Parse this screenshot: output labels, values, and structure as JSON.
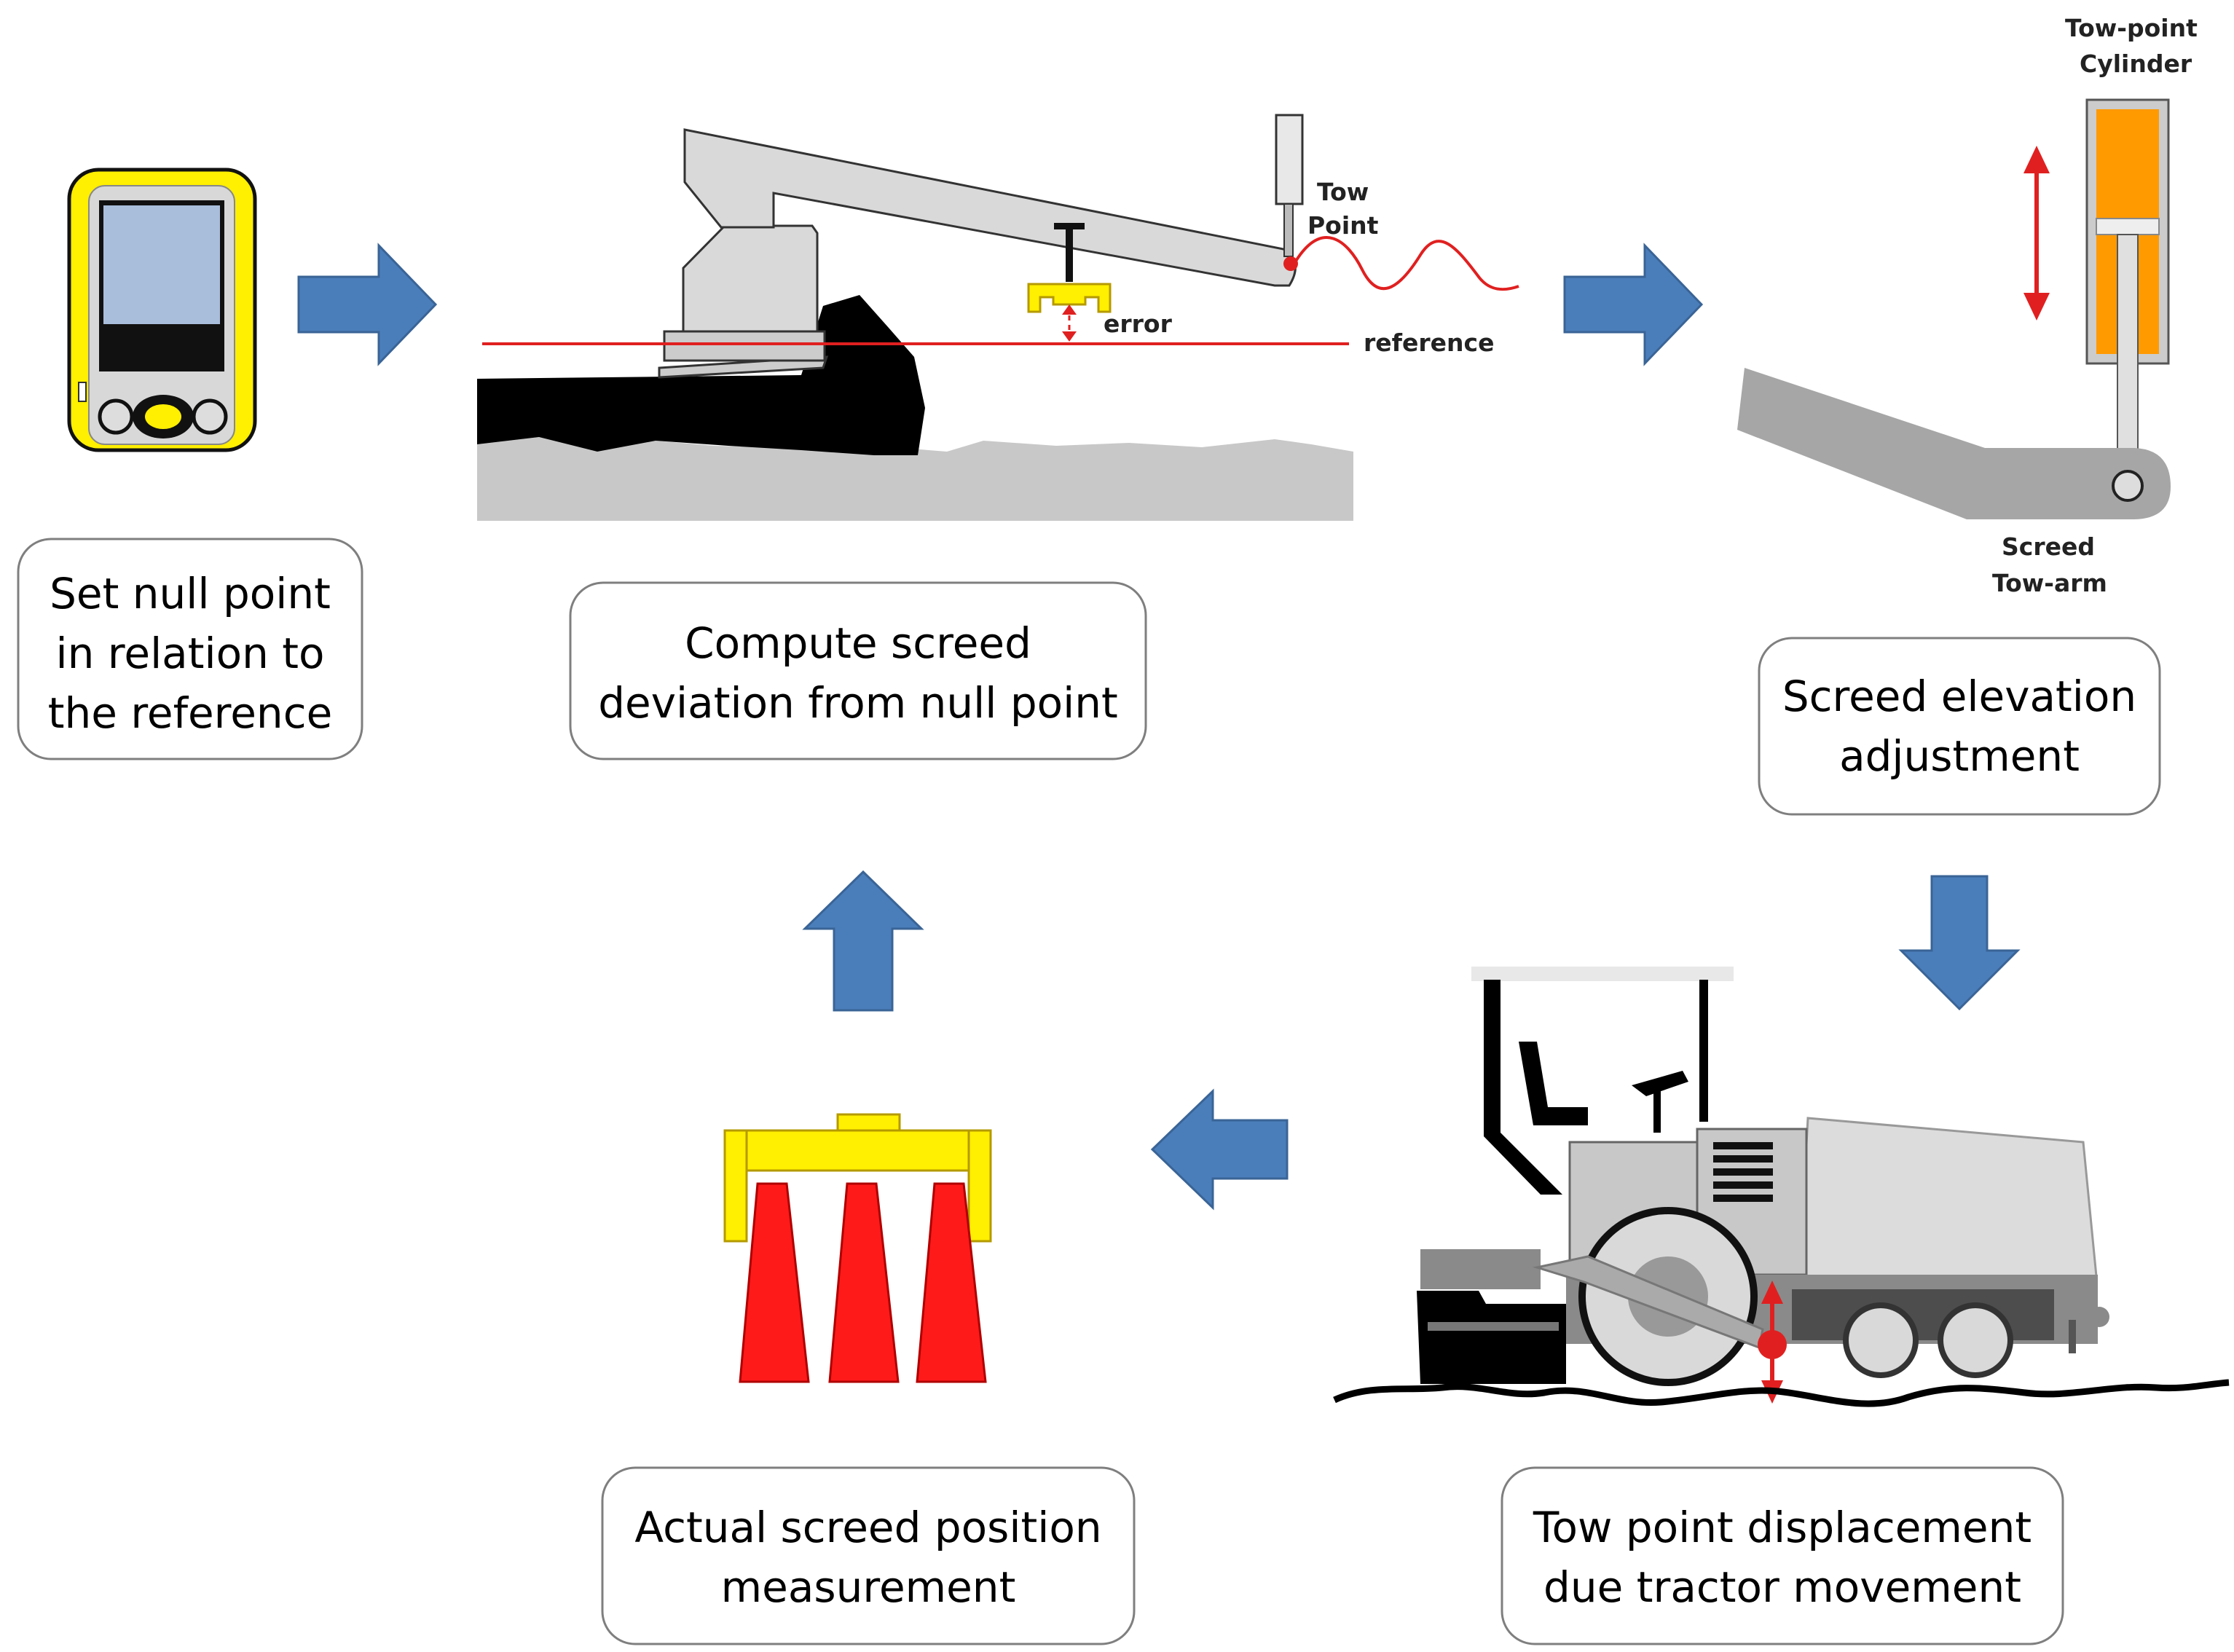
{
  "boxes": {
    "null_point": [
      "Set null point",
      "in relation to",
      "the reference"
    ],
    "compute": [
      "Compute screed",
      "deviation from null point"
    ],
    "elevation": [
      "Screed elevation",
      "adjustment"
    ],
    "displacement": [
      "Tow point displacement",
      "due tractor movement"
    ],
    "measurement": [
      "Actual screed position",
      "measurement"
    ]
  },
  "labels": {
    "tow_point": [
      "Tow",
      "Point"
    ],
    "error": "error",
    "reference": "reference",
    "tow_point_cylinder": [
      "Tow-point",
      "Cylinder"
    ],
    "screed_tow_arm": [
      "Screed",
      "Tow-arm"
    ]
  },
  "colors": {
    "arrow_blue": "#4a7ebb",
    "arrow_stroke": "#3a6496",
    "device_yellow": "#ffef00",
    "screen_blue": "#a9bedb",
    "reference_red": "#e02020",
    "cylinder_orange": "#ff9a00",
    "cone_red": "#ff1a1a",
    "paver_gray": "#c8c8c8"
  },
  "icons": {
    "handheld": "handheld-controller-icon",
    "sensor": "ultrasonic-sensor-icon",
    "paver": "asphalt-paver-icon",
    "cylinder": "hydraulic-cylinder-icon"
  }
}
